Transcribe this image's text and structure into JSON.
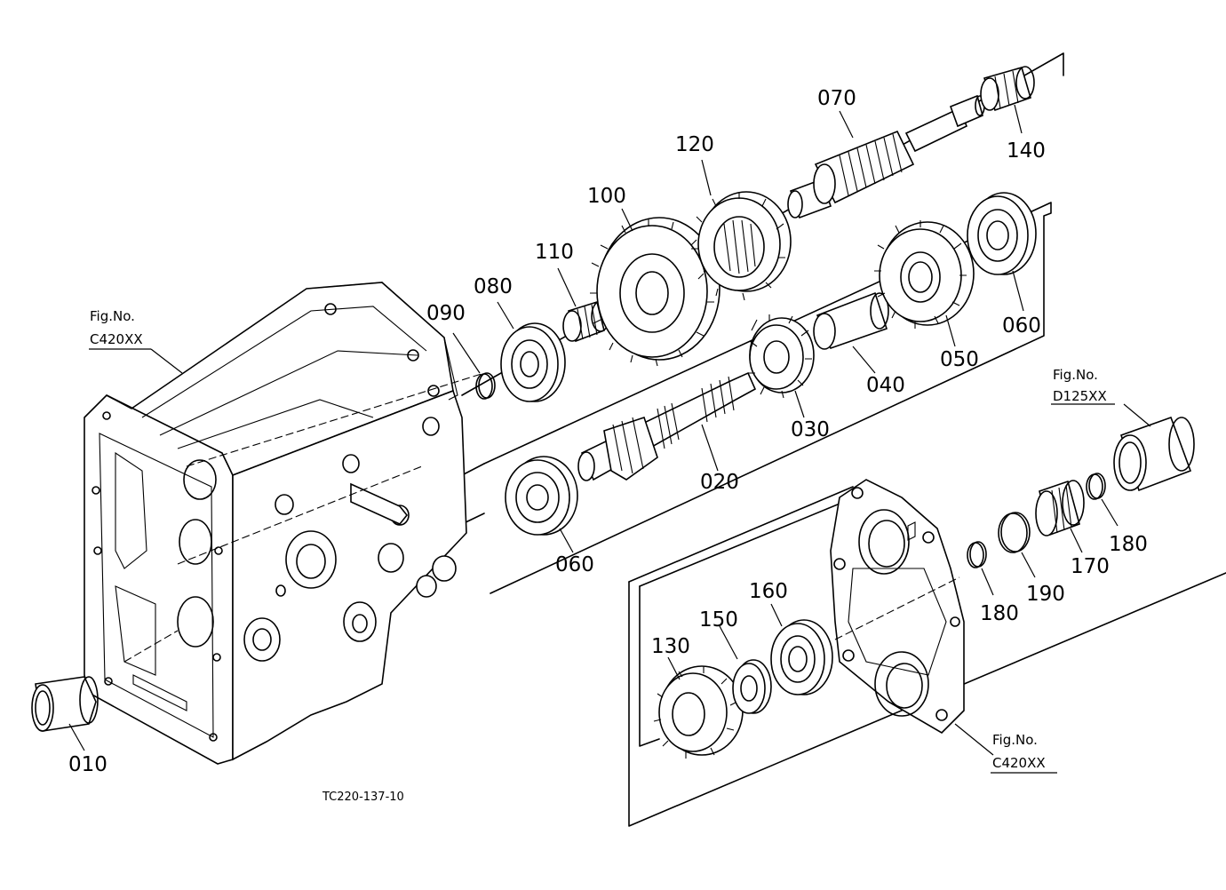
{
  "part_labels": [
    "010",
    "020",
    "030",
    "040",
    "050",
    "060",
    "060",
    "070",
    "080",
    "090",
    "100",
    "110",
    "120",
    "130",
    "140",
    "150",
    "160",
    "170",
    "180",
    "180",
    "190"
  ],
  "fig_refs": [
    {
      "prefix": "Fig.No.",
      "code": "C420XX"
    },
    {
      "prefix": "Fig.No.",
      "code": "D125XX"
    },
    {
      "prefix": "Fig.No.",
      "code": "C420XX"
    }
  ],
  "drawing_code": "TC220-137-10"
}
